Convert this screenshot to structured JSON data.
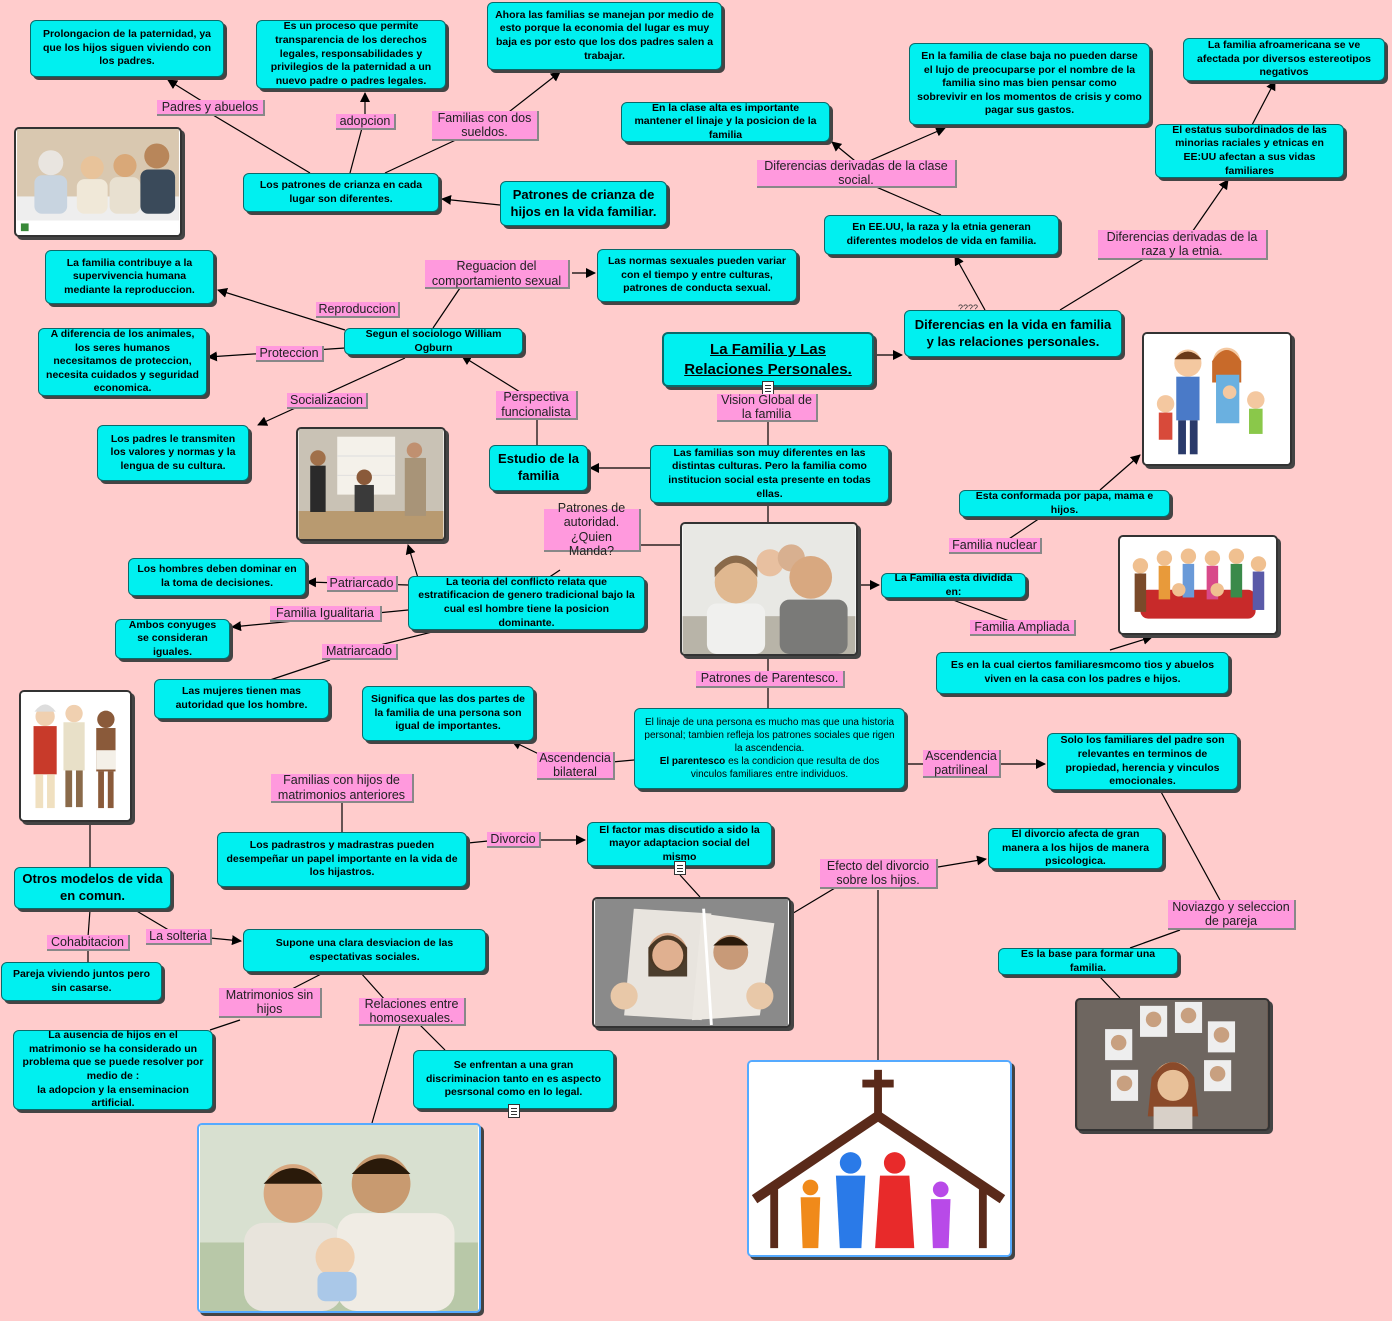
{
  "title": "La Familia y Las Relaciones Personales.",
  "nodes": {
    "prolongacion": "Prolongacion de la paternidad, ya que los hijos siguen viviendo con los padres.",
    "transparencia": "Es un proceso que permite transparencia de los derechos legales, responsabilidades y privilegios de la paternidad a un nuevo padre o padres legales.",
    "dos_sueldos": "Ahora las familias se manejan por medio de esto porque la economia del lugar es muy baja es por esto que los dos padres salen a trabajar.",
    "clase_alta": "En la clase alta es importante mantener el linaje y la posicion de la familia",
    "clase_baja": "En la familia de clase baja no pueden darse el lujo de preocuparse por el nombre de la familia sino mas bien pensar como sobrevivir en los momentos de crisis y como pagar sus gastos.",
    "afroamericana": "La familia afroamericana se ve afectada por diversos estereotipos negativos",
    "estatus": "El estatus subordinados de las minorias raciales y etnicas en EE:UU afectan a sus vidas familiares",
    "patrones_lugar": "Los patrones de crianza en cada lugar son diferentes.",
    "patrones_crianza": "Patrones de crianza de hijos en la vida familiar.",
    "raza_etnia": "En EE.UU, la raza y la etnia generan diferentes modelos de vida en familia.",
    "supervivencia": "La familia contribuye a la supervivencia humana mediante la reproduccion.",
    "normas_sexuales": "Las normas sexuales pueden variar con el tiempo y entre culturas, patrones de conducta sexual.",
    "ogburn": "Segun el sociologo William Ogburn",
    "diferencias_vida": "Diferencias en la vida en familia y las relaciones personales.",
    "animales": "A diferencia de los animales, los seres humanos necesitamos de proteccion, necesita cuidados y seguridad economica.",
    "valores": "Los padres le transmiten los valores y normas y la lengua de su cultura.",
    "estudio": "Estudio de la familia",
    "diferentes_culturas": "Las familias son muy diferentes en las distintas culturas. Pero la familia como institucion social esta presente en todas ellas.",
    "conformada": "Esta conformada por papa, mama e hijos.",
    "hombres_dominar": "Los hombres deben dominar en la toma de decisiones.",
    "conflicto": "La teoria del conflicto relata que estratificacion de genero tradicional bajo la cual esl hombre tiene la posicion dominante.",
    "dividida": "La Familia esta dividida en:",
    "iguales": "Ambos conyuges se consideran iguales.",
    "mujeres": "Las mujeres tienen mas autoridad que los hombre.",
    "ampliada": "Es  en la cual ciertos familiaresmcomo tios y abuelos viven en la casa con los padres e hijos.",
    "dos_partes": "Significa que las dos partes de la familia de una persona son igual de importantes.",
    "linaje_a": "El linaje de una persona es mucho mas que una historia personal; tambien refleja los patrones sociales que rigen la ascendencia.",
    "linaje_b1": "El parentesco",
    "linaje_b2": " es la condicion que resulta de dos vinculos familiares entre individuos.",
    "solo_padre": "Solo los familiares del padre son relevantes en terminos de propiedad, herencia y vinculos emocionales.",
    "padrastros": "Los padrastros y madrastras pueden desempeñar un papel importante en la vida de los hijastros.",
    "factor": "El factor mas discutido a sido la mayor  adaptacion social del mismo",
    "divorcio_afecta": "El divorcio afecta de gran manera a los hijos de manera psicologica.",
    "otros_modelos": "Otros modelos de vida en comun.",
    "desviacion": "Supone una clara desviacion de las espectativas sociales.",
    "base": "Es la base para formar una familia.",
    "pareja": "Pareja viviendo juntos pero sin casarse.",
    "ausencia": "La ausencia de hijos en el matrimonio se ha considerado un problema que se puede resolver por medio de :\nla adopcion y la enseminacion artificial.",
    "discriminacion": "Se enfrentan a una gran discriminacion tanto en es aspecto pesrsonal como en lo legal."
  },
  "labels": {
    "padres_abuelos": "Padres y abuelos",
    "adopcion": "adopcion",
    "familias_dos": "Familias con dos sueldos.",
    "clase_social": "Diferencias derivadas de la clase social.",
    "raza": "Diferencias derivadas de la raza y la etnia.",
    "reguacion": "Reguacion del comportamiento sexual",
    "reproduccion": "Reproduccion",
    "proteccion": "Proteccion",
    "socializacion": "Socializacion",
    "perspectiva": "Perspectiva funcionalista",
    "vision": "Vision Global de la familia",
    "autoridad": "Patrones de autoridad. ¿Quien Manda?",
    "patriarcado": "Patriarcado",
    "igualitaria": "Familia Igualitaria",
    "matriarcado": "Matriarcado",
    "nuclear": "Familia nuclear",
    "f_ampliada": "Familia Ampliada",
    "parentesco": "Patrones de Parentesco.",
    "bilateral": "Ascendencia bilateral",
    "patrilineal": "Ascendencia patrilineal",
    "anteriores": "Familias con hijos de matrimonios anteriores",
    "divorcio": "Divorcio",
    "efecto": "Efecto del divorcio sobre los hijos.",
    "noviazgo": "Noviazgo y seleccion de pareja",
    "cohabitacion": "Cohabitacion",
    "solteria": "La solteria",
    "sin_hijos": "Matrimonios sin hijos",
    "homosexuales": "Relaciones entre homosexuales."
  },
  "misc": {
    "question_marks": "????"
  },
  "images": [
    "family-photo-icon",
    "kitchen-family-photo",
    "cartoon-family-icon",
    "main-family-photo",
    "extended-family-icon",
    "historical-figures-icon",
    "torn-couple-photo",
    "father-baby-photo",
    "church-family-icon",
    "partner-choice-photo"
  ]
}
